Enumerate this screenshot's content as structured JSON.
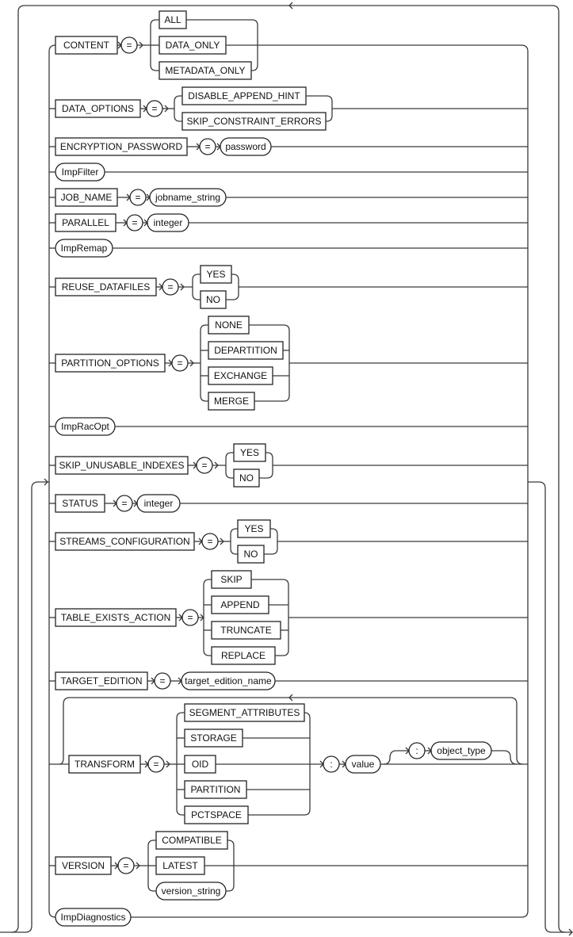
{
  "diagram": {
    "operator": "=",
    "separator": ":",
    "rows": [
      {
        "keyword": "CONTENT",
        "kind": "box",
        "choices": [
          {
            "label": "ALL",
            "kind": "box"
          },
          {
            "label": "DATA_ONLY",
            "kind": "box"
          },
          {
            "label": "METADATA_ONLY",
            "kind": "box"
          }
        ]
      },
      {
        "keyword": "DATA_OPTIONS",
        "kind": "box",
        "choices": [
          {
            "label": "DISABLE_APPEND_HINT",
            "kind": "box"
          },
          {
            "label": "SKIP_CONSTRAINT_ERRORS",
            "kind": "box"
          }
        ]
      },
      {
        "keyword": "ENCRYPTION_PASSWORD",
        "kind": "box",
        "value": {
          "label": "password",
          "kind": "oval"
        }
      },
      {
        "keyword": "ImpFilter",
        "kind": "oval"
      },
      {
        "keyword": "JOB_NAME",
        "kind": "box",
        "value": {
          "label": "jobname_string",
          "kind": "oval"
        }
      },
      {
        "keyword": "PARALLEL",
        "kind": "box",
        "value": {
          "label": "integer",
          "kind": "oval"
        }
      },
      {
        "keyword": "ImpRemap",
        "kind": "oval"
      },
      {
        "keyword": "REUSE_DATAFILES",
        "kind": "box",
        "choices": [
          {
            "label": "YES",
            "kind": "box"
          },
          {
            "label": "NO",
            "kind": "box"
          }
        ]
      },
      {
        "keyword": "PARTITION_OPTIONS",
        "kind": "box",
        "choices": [
          {
            "label": "NONE",
            "kind": "box"
          },
          {
            "label": "DEPARTITION",
            "kind": "box"
          },
          {
            "label": "EXCHANGE",
            "kind": "box"
          },
          {
            "label": "MERGE",
            "kind": "box"
          }
        ]
      },
      {
        "keyword": "ImpRacOpt",
        "kind": "oval"
      },
      {
        "keyword": "SKIP_UNUSABLE_INDEXES",
        "kind": "box",
        "choices": [
          {
            "label": "YES",
            "kind": "box"
          },
          {
            "label": "NO",
            "kind": "box"
          }
        ]
      },
      {
        "keyword": "STATUS",
        "kind": "box",
        "value": {
          "label": "integer",
          "kind": "oval"
        }
      },
      {
        "keyword": "STREAMS_CONFIGURATION",
        "kind": "box",
        "choices": [
          {
            "label": "YES",
            "kind": "box"
          },
          {
            "label": "NO",
            "kind": "box"
          }
        ]
      },
      {
        "keyword": "TABLE_EXISTS_ACTION",
        "kind": "box",
        "choices": [
          {
            "label": "SKIP",
            "kind": "box"
          },
          {
            "label": "APPEND",
            "kind": "box"
          },
          {
            "label": "TRUNCATE",
            "kind": "box"
          },
          {
            "label": "REPLACE",
            "kind": "box"
          }
        ]
      },
      {
        "keyword": "TARGET_EDITION",
        "kind": "box",
        "value": {
          "label": "target_edition_name",
          "kind": "oval"
        }
      },
      {
        "keyword": "TRANSFORM",
        "kind": "box",
        "choices": [
          {
            "label": "SEGMENT_ATTRIBUTES",
            "kind": "box"
          },
          {
            "label": "STORAGE",
            "kind": "box"
          },
          {
            "label": "OID",
            "kind": "box"
          },
          {
            "label": "PARTITION",
            "kind": "box"
          },
          {
            "label": "PCTSPACE",
            "kind": "box"
          }
        ],
        "value": {
          "label": "value",
          "kind": "oval"
        },
        "optional": {
          "label": "object_type",
          "kind": "oval"
        },
        "repeatable": true
      },
      {
        "keyword": "VERSION",
        "kind": "box",
        "choices": [
          {
            "label": "COMPATIBLE",
            "kind": "box"
          },
          {
            "label": "LATEST",
            "kind": "box"
          },
          {
            "label": "version_string",
            "kind": "oval"
          }
        ]
      },
      {
        "keyword": "ImpDiagnostics",
        "kind": "oval"
      }
    ]
  }
}
